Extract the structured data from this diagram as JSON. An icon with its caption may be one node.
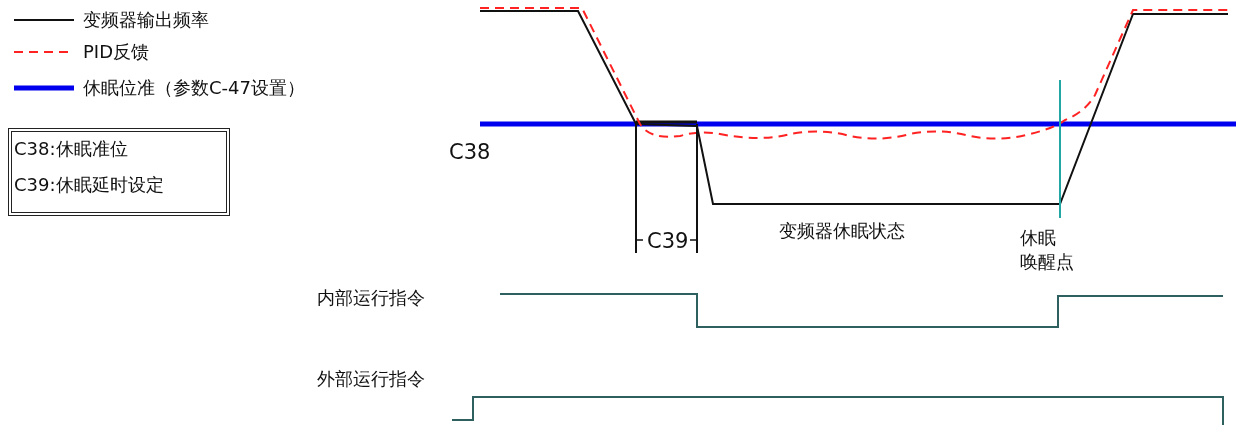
{
  "diagram": {
    "nodes": [
      {
        "text": [
          "C38:休眠准位",
          "C39:休眠延时设定"
        ]
      }
    ],
    "edges": [],
    "labels": [
      "C38",
      "C39",
      "变频器休眠状态",
      "休眠唤醒点",
      "内部运行指令",
      "外部运行指令"
    ],
    "legend": [
      {
        "text": "变频器输出频率"
      },
      {
        "text": "PID反馈"
      },
      {
        "text": "休眠位准（参数C-47设置）"
      }
    ]
  }
}
